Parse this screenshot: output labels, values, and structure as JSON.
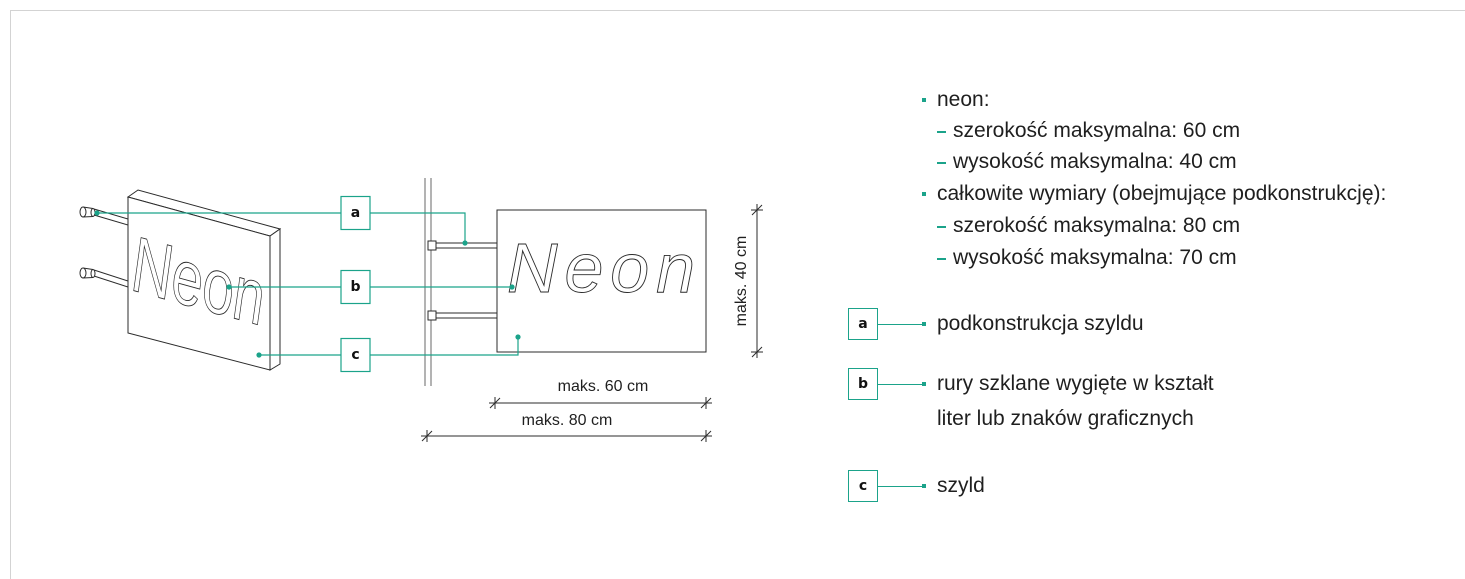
{
  "diagram": {
    "sign_text": "Neon",
    "dimensions": {
      "height": "maks. 40 cm",
      "sign_width": "maks. 60 cm",
      "total_width": "maks. 80 cm"
    }
  },
  "specs": [
    {
      "label": "neon:",
      "items": [
        "szerokość maksymalna: 60 cm",
        "wysokość maksymalna: 40 cm"
      ]
    },
    {
      "label": "całkowite wymiary (obejmujące podkonstrukcję):",
      "items": [
        "szerokość maksymalna: 80 cm",
        "wysokość maksymalna: 70 cm"
      ]
    }
  ],
  "legend": [
    {
      "letter": "a",
      "lines": [
        "podkonstrukcja szyldu"
      ]
    },
    {
      "letter": "b",
      "lines": [
        "rury szklane wygięte w kształt",
        "liter lub znaków graficznych"
      ]
    },
    {
      "letter": "c",
      "lines": [
        "szyld"
      ]
    }
  ],
  "colors": {
    "accent": "#1ba38a",
    "line": "#2b2b2b",
    "wall": "#8a8a8a",
    "frame": "#d3d3d3"
  }
}
